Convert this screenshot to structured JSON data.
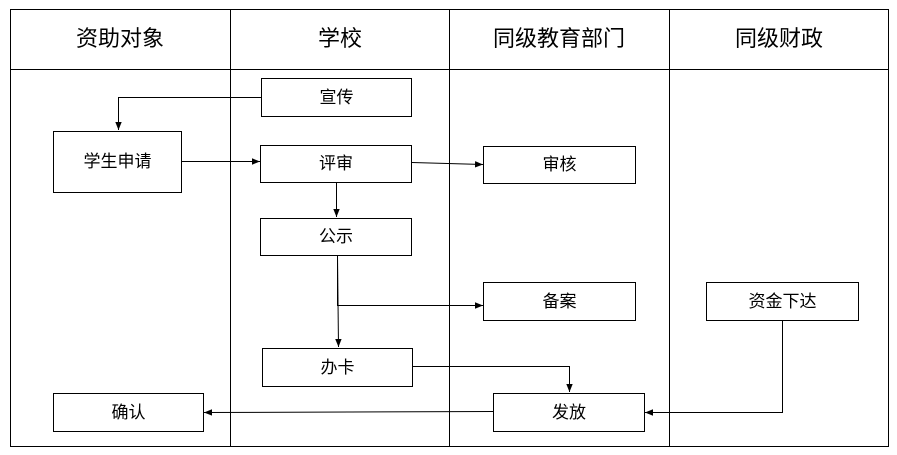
{
  "lanes": [
    {
      "title": "资助对象"
    },
    {
      "title": "学校"
    },
    {
      "title": "同级教育部门"
    },
    {
      "title": "同级财政"
    }
  ],
  "nodes": {
    "xuanchuan": {
      "label": "宣传"
    },
    "xueshengshenqing": {
      "label": "学生申请"
    },
    "pingshen": {
      "label": "评审"
    },
    "shenhe": {
      "label": "审核"
    },
    "gongshi": {
      "label": "公示"
    },
    "beian": {
      "label": "备案"
    },
    "zijinxiada": {
      "label": "资金下达"
    },
    "banka": {
      "label": "办卡"
    },
    "queren": {
      "label": "确认"
    },
    "fafang": {
      "label": "发放"
    }
  },
  "edges": [
    {
      "from": "xuanchuan",
      "to": "xueshengshenqing"
    },
    {
      "from": "xueshengshenqing",
      "to": "pingshen"
    },
    {
      "from": "pingshen",
      "to": "shenhe"
    },
    {
      "from": "pingshen",
      "to": "gongshi"
    },
    {
      "from": "gongshi",
      "to": "beian"
    },
    {
      "from": "gongshi",
      "to": "banka"
    },
    {
      "from": "banka",
      "to": "fafang"
    },
    {
      "from": "zijinxiada",
      "to": "fafang"
    },
    {
      "from": "fafang",
      "to": "queren"
    }
  ]
}
